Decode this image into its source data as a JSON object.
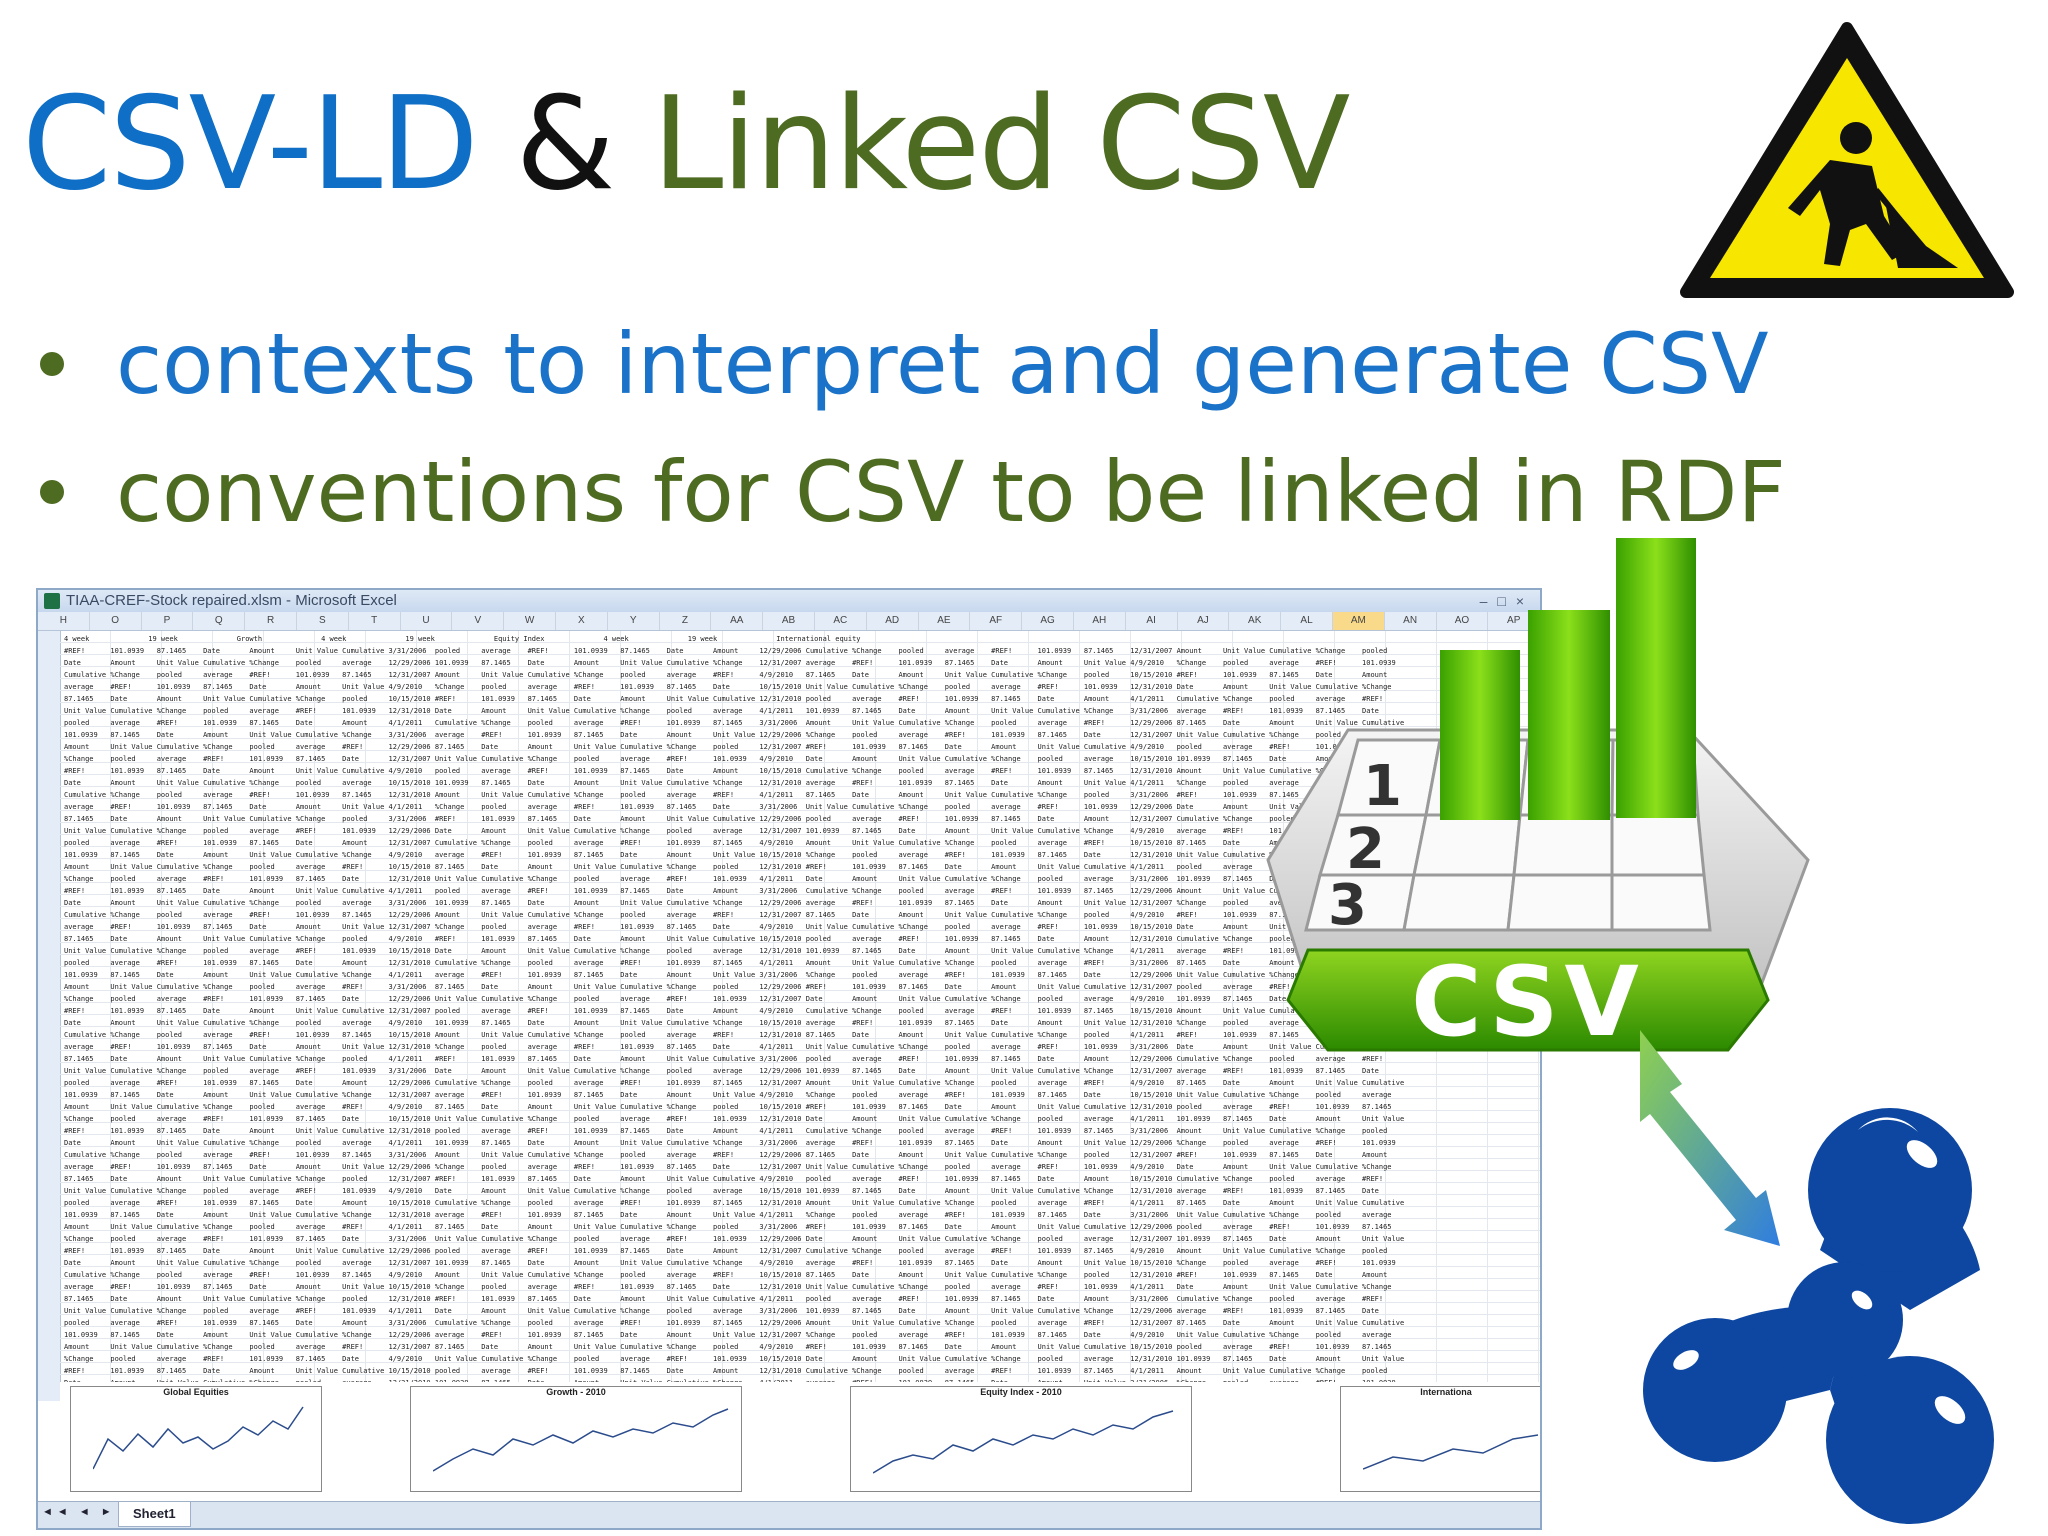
{
  "slide": {
    "title_part1": "CSV-LD",
    "title_amp": " & ",
    "title_part2": "Linked CSV",
    "bullets": [
      "contexts to interpret and generate CSV",
      "conventions for CSV to be linked in RDF"
    ],
    "icons": {
      "warning": "construction-warning-icon",
      "csv": "csv-spreadsheet-icon",
      "rdf": "rdf-molecule-icon"
    },
    "colors": {
      "title_blue": "#0f6fc6",
      "title_green": "#4e6b22",
      "bullet_blue": "#1a73c8",
      "bullet_green": "#4e6b22"
    }
  },
  "excel": {
    "window_title": "TIAA-CREF-Stock repaired.xlsm - Microsoft Excel",
    "columns": [
      "H",
      "O",
      "P",
      "Q",
      "R",
      "S",
      "T",
      "U",
      "V",
      "W",
      "X",
      "Y",
      "Z",
      "AA",
      "AB",
      "AC",
      "AD",
      "AE",
      "AF",
      "AG",
      "AH",
      "AI",
      "AJ",
      "AK",
      "AL",
      "AM",
      "AN",
      "AO",
      "AP"
    ],
    "highlighted_column": "AM",
    "header_groups": [
      "4 week",
      "19 week",
      "Growth",
      "4 week",
      "19 week",
      "Equity Index",
      "4 week",
      "19 week",
      "International equity"
    ],
    "sample_values": [
      "#REF!",
      "101.0939",
      "87.1465",
      "Date",
      "Amount",
      "Unit Value",
      "Cumulative",
      "%Change",
      "pooled",
      "average"
    ],
    "sample_dates": [
      "3/31/2006",
      "12/29/2006",
      "12/31/2007",
      "4/9/2010",
      "10/15/2010",
      "12/31/2010",
      "4/1/2011"
    ],
    "charts": [
      {
        "title": "Global Equities"
      },
      {
        "title": "Growth - 2010"
      },
      {
        "title": "Equity Index - 2010"
      },
      {
        "title": "Internationa"
      }
    ],
    "sheet_tab": "Sheet1"
  },
  "csv_logo": {
    "label": "CSV",
    "numbers": [
      "1",
      "2",
      "3"
    ]
  }
}
